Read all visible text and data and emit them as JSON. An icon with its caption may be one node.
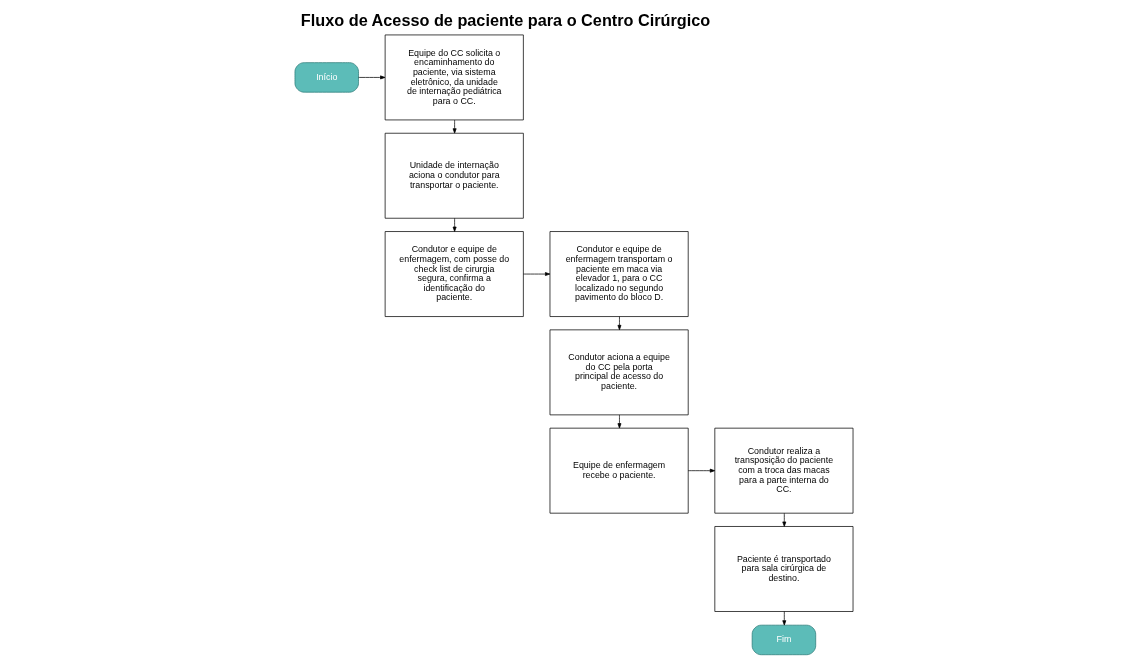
{
  "diagram": {
    "title": "Fluxo de Acesso de paciente para o Centro Cirúrgico",
    "nodes": [
      {
        "text": [
          "Início"
        ]
      },
      {
        "text": [
          "Equipe do CC solicita o encaminhamento do paciente, via sistema eletrônico, da unidade de internação pediátrica para o CC."
        ]
      },
      {
        "text": [
          "Unidade de internação aciona o condutor para transportar o paciente."
        ]
      },
      {
        "text": [
          "Condutor e equipe de enfermagem, com posse do check list de cirurgia segura, confirma a identificação do paciente."
        ]
      },
      {
        "text": [
          "Condutor e equipe de enfermagem transportam o paciente em maca via elevador 1, para o CC localizado no segundo pavimento do bloco D."
        ]
      },
      {
        "text": [
          "Condutor aciona a equipe do CC pela porta principal de acesso do paciente."
        ]
      },
      {
        "text": [
          "Equipe de enfermagem recebe o paciente."
        ]
      },
      {
        "text": [
          "Condutor realiza a transposição do paciente com a troca das macas para a parte interna do CC."
        ]
      },
      {
        "text": [
          "Paciente é transportado para sala cirúrgica de destino."
        ]
      },
      {
        "text": [
          "Fim"
        ]
      }
    ],
    "edges": [
      {
        "from": 0,
        "to": 1,
        "arrow": "to"
      },
      {
        "from": 1,
        "to": 2,
        "arrow": "to"
      },
      {
        "from": 2,
        "to": 3,
        "arrow": "to"
      },
      {
        "from": 3,
        "to": 4,
        "arrow": "to"
      },
      {
        "from": 4,
        "to": 5,
        "arrow": "to"
      },
      {
        "from": 5,
        "to": 6,
        "arrow": "to"
      },
      {
        "from": 6,
        "to": 7,
        "arrow": "to"
      },
      {
        "from": 7,
        "to": 8,
        "arrow": "to"
      },
      {
        "from": 8,
        "to": 9,
        "arrow": "to"
      }
    ]
  }
}
